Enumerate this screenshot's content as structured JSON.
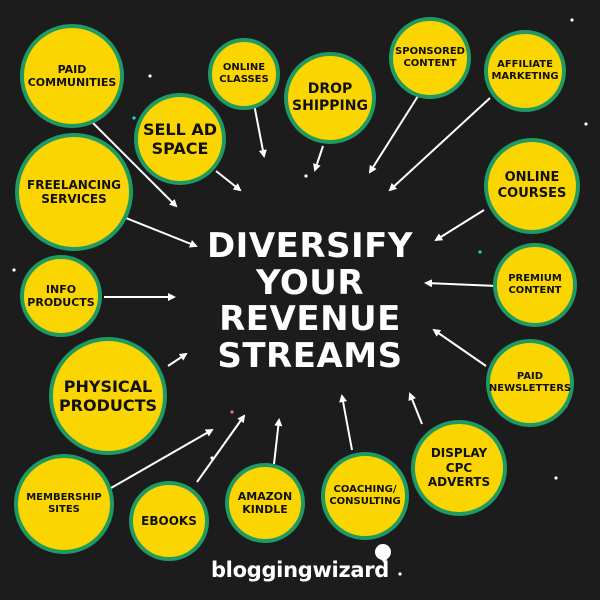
{
  "title": "DIVERSIFY\nYOUR\nREVENUE\nSTREAMS",
  "brand": "bloggingwizard",
  "colors": {
    "background": "#1c1c1c",
    "bubble_fill": "#fbd500",
    "bubble_border": "#1f9a62",
    "text_dark": "#111111",
    "text_light": "#ffffff",
    "arrow": "#ffffff"
  },
  "bubbles": [
    {
      "id": "paid-communities",
      "label": "PAID\nCOMMUNITIES"
    },
    {
      "id": "online-classes",
      "label": "ONLINE\nCLASSES"
    },
    {
      "id": "drop-shipping",
      "label": "DROP\nSHIPPING"
    },
    {
      "id": "sponsored-content",
      "label": "SPONSORED\nCONTENT"
    },
    {
      "id": "affiliate-marketing",
      "label": "AFFILIATE\nMARKETING"
    },
    {
      "id": "sell-ad-space",
      "label": "SELL AD\nSPACE"
    },
    {
      "id": "freelancing-services",
      "label": "FREELANCING\nSERVICES"
    },
    {
      "id": "online-courses",
      "label": "ONLINE\nCOURSES"
    },
    {
      "id": "info-products",
      "label": "INFO\nPRODUCTS"
    },
    {
      "id": "premium-content",
      "label": "PREMIUM\nCONTENT"
    },
    {
      "id": "physical-products",
      "label": "PHYSICAL\nPRODUCTS"
    },
    {
      "id": "paid-newsletters",
      "label": "PAID\nNEWSLETTERS"
    },
    {
      "id": "display-cpc-adverts",
      "label": "DISPLAY CPC\nADVERTS"
    },
    {
      "id": "membership-sites",
      "label": "MEMBERSHIP\nSITES"
    },
    {
      "id": "ebooks",
      "label": "EBOOKS"
    },
    {
      "id": "amazon-kindle",
      "label": "AMAZON\nKINDLE"
    },
    {
      "id": "coaching-consulting",
      "label": "COACHING/\nCONSULTING"
    }
  ]
}
